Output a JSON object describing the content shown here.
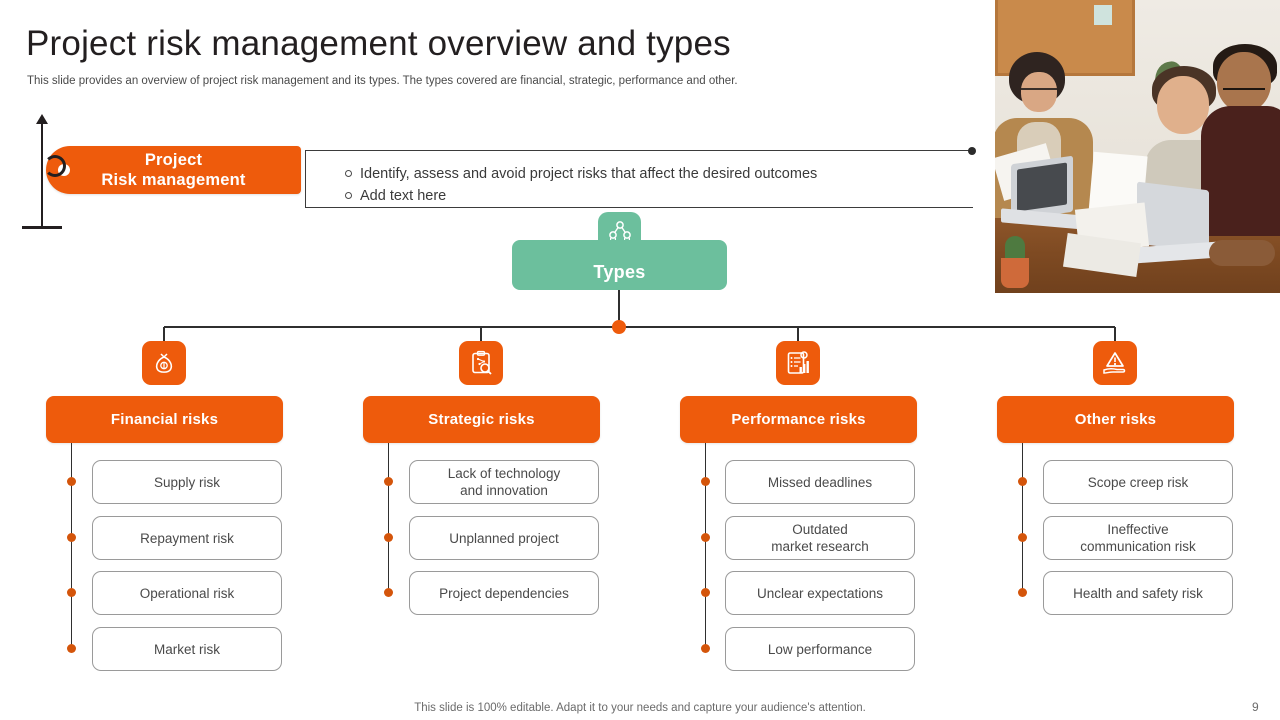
{
  "header": {
    "title": "Project risk management overview and types",
    "subtitle": "This slide provides an overview of project risk management and its types. The types covered are financial, strategic, performance and other."
  },
  "tag": {
    "line1": "Project",
    "line2": "Risk management"
  },
  "bullets": [
    "Identify,  assess and avoid project risks that affect the desired outcomes",
    "Add text here"
  ],
  "types_node": {
    "label": "Types",
    "icon": "hierarchy-icon",
    "color": "#6CBF9D"
  },
  "colors": {
    "orange": "#EE5B0C",
    "orange_dot": "#D4550B",
    "green": "#6CBF9D",
    "line": "#2F2F2F",
    "item_border": "#9A9A9A",
    "text_dark": "#231F20",
    "text_body": "#4A4A4A"
  },
  "categories": [
    {
      "title": "Financial risks",
      "icon": "money-bag-icon",
      "items": [
        "Supply risk",
        "Repayment risk",
        "Operational risk",
        "Market  risk"
      ]
    },
    {
      "title": "Strategic risks",
      "icon": "clipboard-search-icon",
      "items": [
        "Lack of technology\nand innovation",
        "Unplanned  project",
        "Project dependencies"
      ]
    },
    {
      "title": "Performance risks",
      "icon": "report-chart-icon",
      "items": [
        "Missed deadlines",
        "Outdated\nmarket research",
        "Unclear expectations",
        "Low performance"
      ]
    },
    {
      "title": "Other risks",
      "icon": "hand-warning-icon",
      "items": [
        "Scope creep risk",
        "Ineffective\ncommunication risk",
        "Health and safety risk"
      ]
    }
  ],
  "footer": {
    "note": "This slide is 100% editable. Adapt it to your needs and capture your audience's attention.",
    "page_number": "9"
  },
  "photo": {
    "alt": "team-meeting-photo"
  }
}
